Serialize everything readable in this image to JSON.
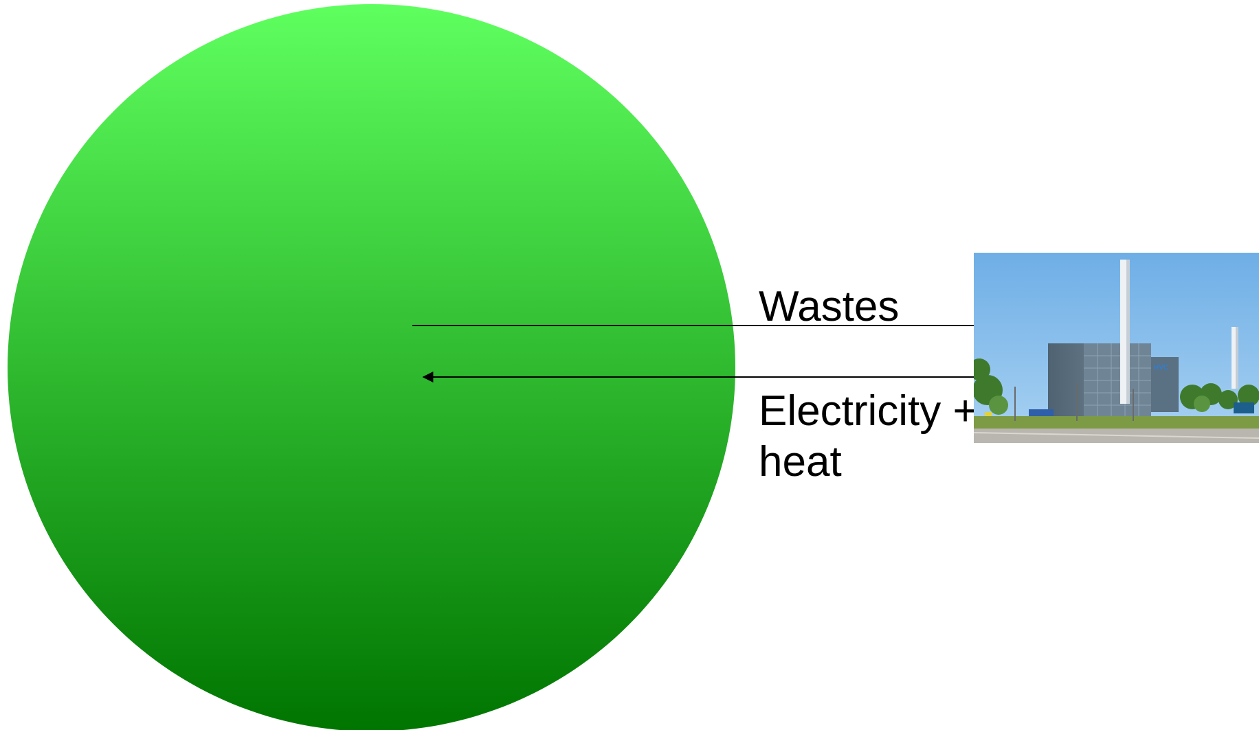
{
  "diagram": {
    "sphere": {
      "icon": "earth-sphere",
      "gradient_top": "#5fff5f",
      "gradient_bottom": "#007500"
    },
    "flows": [
      {
        "label": "Wastes",
        "direction": "to-plant"
      },
      {
        "label_lines": [
          "Electricity +",
          "heat"
        ],
        "direction": "to-sphere"
      }
    ],
    "plant_photo": {
      "icon": "waste-to-energy-plant-photo",
      "sky_color": "#74b4e8",
      "building_color": "#5a6e80",
      "logo_text": "HVC"
    }
  }
}
